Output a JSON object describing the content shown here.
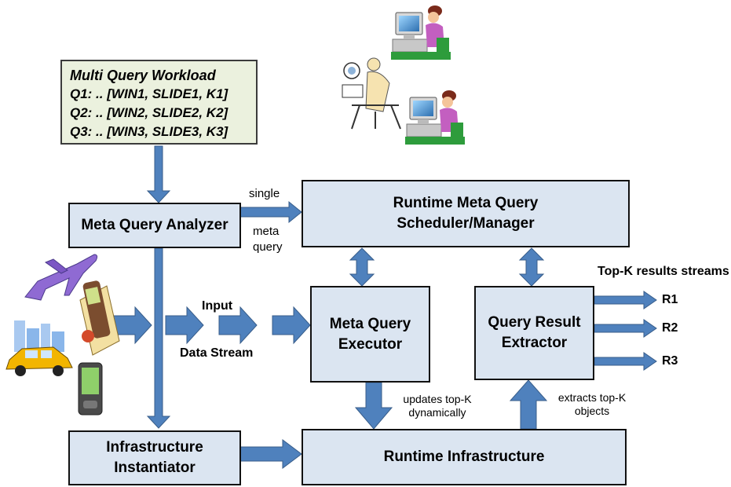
{
  "workload": {
    "title": "Multi Query  Workload",
    "lines": [
      "Q1: .. [WIN1, SLIDE1, K1]",
      "Q2: .. [WIN2, SLIDE2, K2]",
      "Q3: .. [WIN3, SLIDE3, K3]"
    ]
  },
  "boxes": {
    "analyzer": "Meta Query Analyzer",
    "scheduler_line1": "Runtime  Meta  Query",
    "scheduler_line2": "Scheduler/Manager",
    "executor_line1": "Meta Query",
    "executor_line2": "Executor",
    "extractor_line1": "Query  Result",
    "extractor_line2": "Extractor",
    "instantiator_line1": "Infrastructure",
    "instantiator_line2": "Instantiator",
    "infrastructure": "Runtime  Infrastructure"
  },
  "labels": {
    "single": "single",
    "meta": "meta",
    "query": "query",
    "input": "Input",
    "data_stream": "Data Stream",
    "topk_streams": "Top-K results streams",
    "r1": "R1",
    "r2": "R2",
    "r3": "R3",
    "updates_line1": "updates top-K",
    "updates_line2": "dynamically",
    "extracts_line1": "extracts top-K",
    "extracts_line2": "objects"
  },
  "colors": {
    "box_fill": "#dbe5f1",
    "workload_fill": "#ebf1de",
    "arrow": "#4f81bd",
    "arrow_outline": "#385d8a"
  },
  "icons": [
    "user-at-computer-icon",
    "user-with-laptop-icon",
    "airplane-icon",
    "mobile-phone-icon",
    "city-taxi-icon",
    "pda-icon"
  ]
}
